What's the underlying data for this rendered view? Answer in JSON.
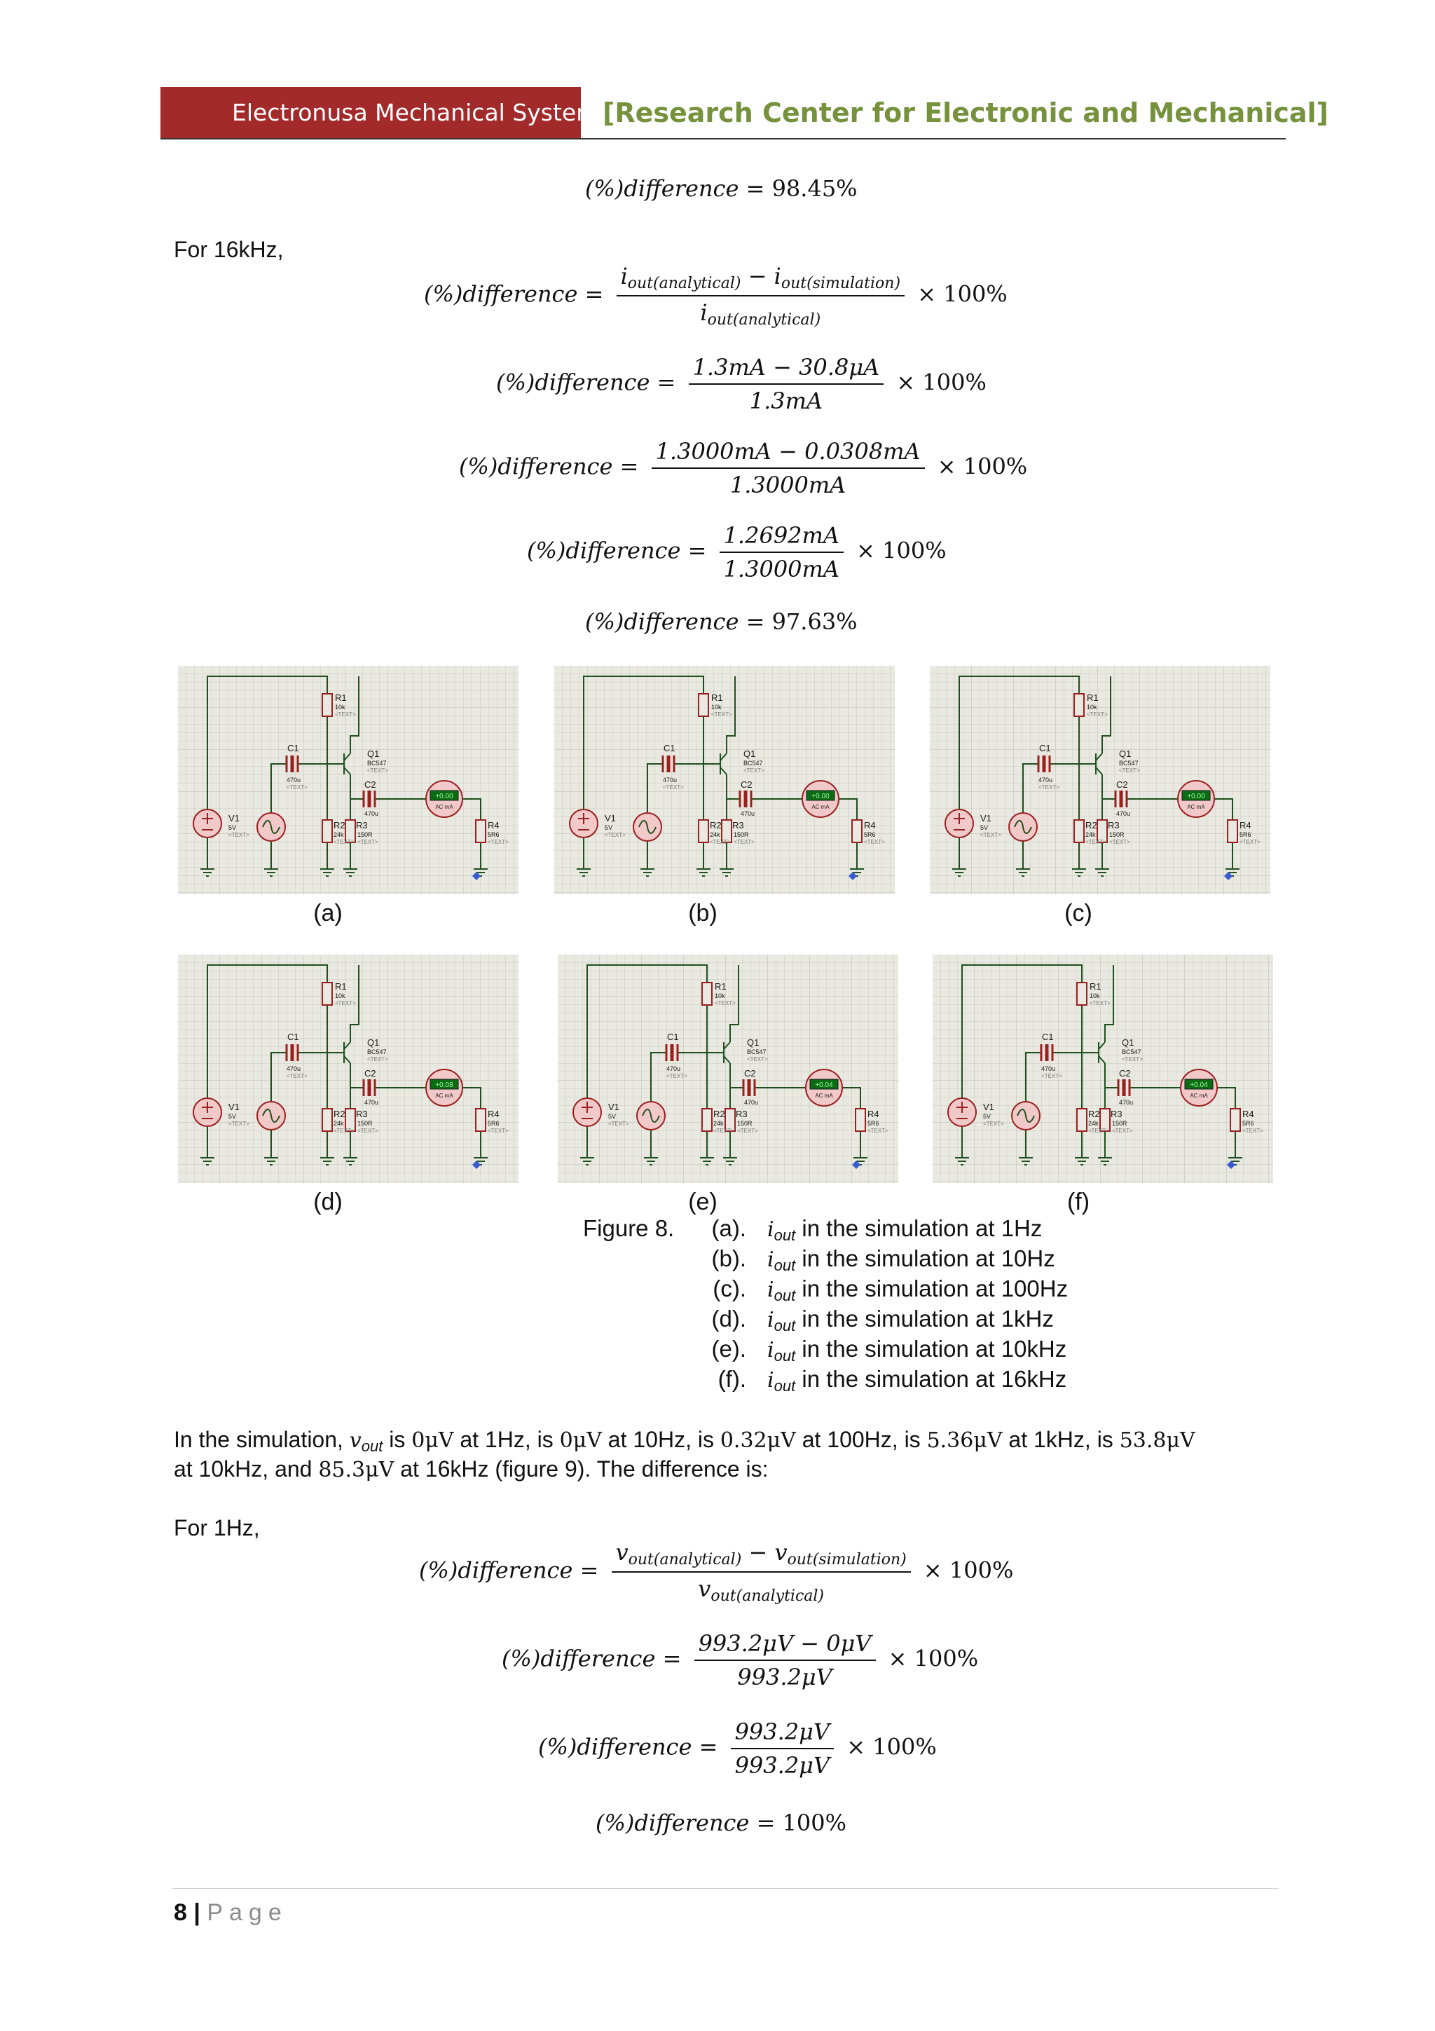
{
  "header": {
    "left": "Electronusa Mechanical System",
    "right": "[Research Center for Electronic and Mechanical]"
  },
  "section16k": {
    "prev_result": {
      "lhs": "(%)difference",
      "rhs": "= 98.45%"
    },
    "intro": "For 16kHz,",
    "eq1": {
      "lhs": "(%)difference =",
      "num_a": "i",
      "num_a_sub": "out(analytical)",
      "minus": "−",
      "num_b": "i",
      "num_b_sub": "out(simulation)",
      "den": "i",
      "den_sub": "out(analytical)",
      "tail": "× 100%"
    },
    "eq2": {
      "lhs": "(%)difference =",
      "num": "1.3mA − 30.8μA",
      "den": "1.3mA",
      "tail": "× 100%"
    },
    "eq3": {
      "lhs": "(%)difference =",
      "num": "1.3000mA − 0.0308mA",
      "den": "1.3000mA",
      "tail": "× 100%"
    },
    "eq4": {
      "lhs": "(%)difference =",
      "num": "1.2692mA",
      "den": "1.3000mA",
      "tail": "× 100%"
    },
    "result": {
      "lhs": "(%)difference",
      "rhs": "= 97.63%"
    }
  },
  "circuit_labels": {
    "r1": "R1",
    "r1v": "10k",
    "c1": "C1",
    "c1v": "470u",
    "q1": "Q1",
    "q1v": "BC547",
    "c2": "C2",
    "c2v": "470u",
    "v1": "V1",
    "v1v": "5V",
    "r2": "R2",
    "r2v": "24k",
    "r3": "R3",
    "r3v": "150R",
    "r4": "R4",
    "r4v": "5R6",
    "text": "<TEXT>",
    "meter": "AC mA"
  },
  "figures": [
    {
      "caption": "(a)",
      "meter": "+0.00"
    },
    {
      "caption": "(b)",
      "meter": "+0.00"
    },
    {
      "caption": "(c)",
      "meter": "+0.00"
    },
    {
      "caption": "(d)",
      "meter": "+0.08"
    },
    {
      "caption": "(e)",
      "meter": "+0.04"
    },
    {
      "caption": "(f)",
      "meter": "+0.04"
    }
  ],
  "figure_caption": {
    "title": "Figure 8.",
    "items": [
      {
        "label": "(a).",
        "sym": "i",
        "sub": "out",
        "text": " in the simulation at 1Hz"
      },
      {
        "label": "(b).",
        "sym": "i",
        "sub": "out",
        "text": " in the simulation at 10Hz"
      },
      {
        "label": "(c).",
        "sym": "i",
        "sub": "out",
        "text": " in the simulation at 100Hz"
      },
      {
        "label": "(d).",
        "sym": "i",
        "sub": "out",
        "text": " in the simulation at 1kHz"
      },
      {
        "label": "(e).",
        "sym": "i",
        "sub": "out",
        "text": " in the simulation at 10kHz"
      },
      {
        "label": "(f).",
        "sym": "i",
        "sub": "out",
        "text": " in the simulation at 16kHz"
      }
    ]
  },
  "paragraph": {
    "t1": "In the simulation, ",
    "v": "v",
    "vsub": "out",
    "t2": " is ",
    "m1": "0μV",
    "t3": " at 1Hz, is ",
    "m2": "0μV",
    "t4": " at 10Hz, is ",
    "m3": "0.32μV",
    "t5": " at 100Hz, is ",
    "m4": "5.36μV",
    "t6": " at 1kHz, is ",
    "m5": "53.8μV",
    "t7": "at 10kHz, and ",
    "m6": "85.3μV",
    "t8": " at 16kHz (figure 9). The difference is:"
  },
  "section1hz": {
    "intro": "For 1Hz,",
    "eq1": {
      "lhs": "(%)difference =",
      "num_a": "v",
      "num_a_sub": "out(analytical)",
      "minus": "−",
      "num_b": "v",
      "num_b_sub": "out(simulation)",
      "den": "v",
      "den_sub": "out(analytical)",
      "tail": "× 100%"
    },
    "eq2": {
      "lhs": "(%)difference =",
      "num": "993.2μV − 0μV",
      "den": "993.2μV",
      "tail": "× 100%"
    },
    "eq3": {
      "lhs": "(%)difference =",
      "num": "993.2μV",
      "den": "993.2μV",
      "tail": "× 100%"
    },
    "result": {
      "lhs": "(%)difference",
      "rhs": "= 100%"
    }
  },
  "footer": {
    "number": "8",
    "sep": "|",
    "page": "Page"
  }
}
